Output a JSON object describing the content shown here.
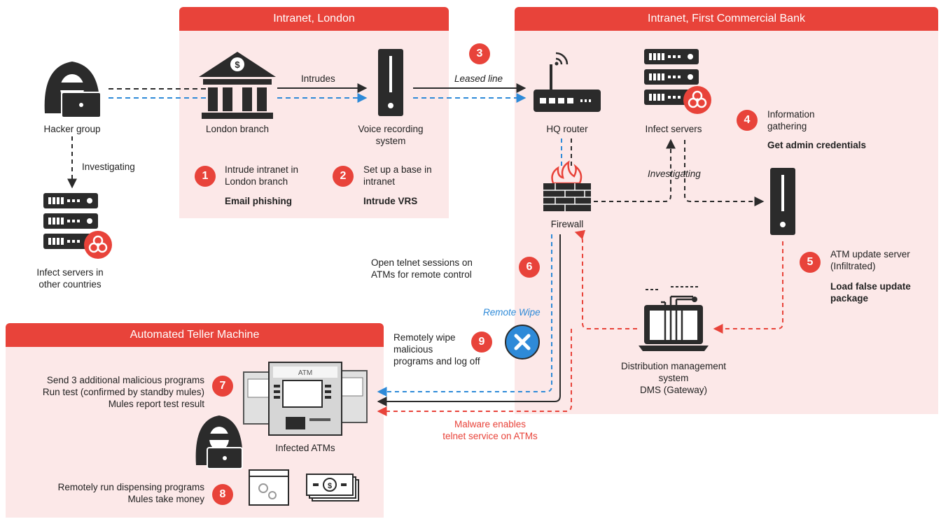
{
  "panels": {
    "london": "Intranet, London",
    "bank": "Intranet, First Commercial Bank",
    "atm": "Automated Teller Machine"
  },
  "labels": {
    "hacker_group": "Hacker group",
    "investigating_1": "Investigating",
    "infect_servers_other_1": "Infect servers in",
    "infect_servers_other_2": "other countries",
    "london_branch": "London branch",
    "intrudes": "Intrudes",
    "vrs_1": "Voice recording",
    "vrs_2": "system",
    "leased_line": "Leased line",
    "hq_router": "HQ router",
    "infect_servers": "Infect servers",
    "firewall": "Firewall",
    "investigating_2": "Investigating",
    "dms_1": "Distribution management",
    "dms_2": "system",
    "dms_3": "DMS (Gateway)",
    "infected_atms": "Infected ATMs",
    "remote_wipe": "Remote Wipe",
    "malware_1": "Malware enables",
    "malware_2": "telnet service on ATMs",
    "atm_screen_text": "ATM"
  },
  "steps": {
    "s1": {
      "num": "1",
      "line1": "Intrude intranet in",
      "line2": "London branch",
      "bold": "Email phishing"
    },
    "s2": {
      "num": "2",
      "line1": "Set up a base in",
      "line2": "intranet",
      "bold": "Intrude VRS"
    },
    "s3": {
      "num": "3"
    },
    "s4": {
      "num": "4",
      "line1": "Information",
      "line2": "gathering",
      "bold": "Get admin credentials"
    },
    "s5": {
      "num": "5",
      "line1": "ATM update server",
      "line2": "(Infiltrated)",
      "bold1": "Load false update",
      "bold2": "package"
    },
    "s6": {
      "num": "6",
      "line1": "Open telnet sessions on",
      "line2": "ATMs for remote control"
    },
    "s7": {
      "num": "7",
      "line1": "Send 3 additional malicious programs",
      "line2": "Run test (confirmed by standby mules)",
      "line3": "Mules report test result"
    },
    "s8": {
      "num": "8",
      "line1": "Remotely run dispensing programs",
      "line2": "Mules take money"
    },
    "s9": {
      "num": "9",
      "line1": "Remotely wipe",
      "line2": "malicious",
      "line3": "programs and log off"
    }
  },
  "icons": [
    "hacker-icon",
    "bank-icon",
    "server-icon",
    "router-icon",
    "firewall-icon",
    "biohazard-icon",
    "laptop-icon",
    "atm-icon",
    "window-gears-icon",
    "money-icon",
    "close-x-icon"
  ],
  "colors": {
    "accent": "#e8433a",
    "panel": "#fce8e8",
    "blue": "#2e8ad8",
    "dark": "#2b2b2b"
  }
}
